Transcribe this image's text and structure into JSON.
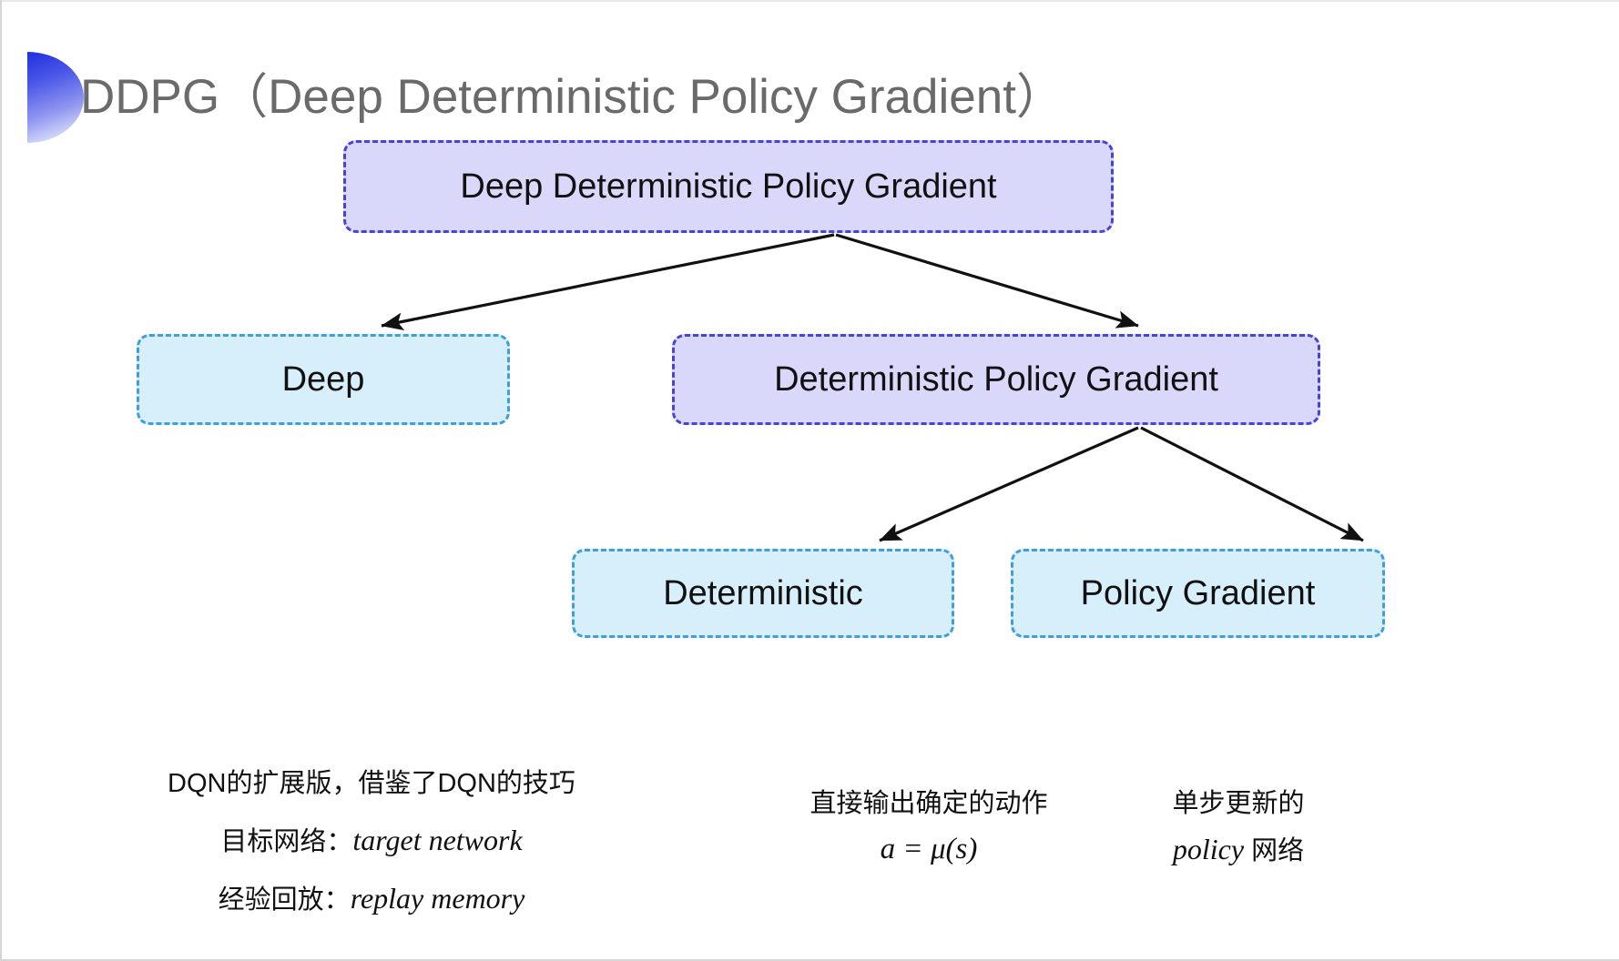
{
  "slide": {
    "title": "DDPG（Deep Deterministic Policy Gradient）",
    "background_color": "#ffffff",
    "title_color": "#6a6a6a",
    "bullet_gradient_from": "#1f2fe0",
    "bullet_gradient_to": "#ffffff"
  },
  "palette": {
    "purple_fill": "#d9d8fb",
    "purple_border": "#4743d6",
    "blue_fill": "#d7eefb",
    "blue_border": "#3f9fdc",
    "arrow_color": "#111111",
    "text_color": "#111111"
  },
  "nodes": {
    "root": {
      "label": "Deep Deterministic Policy Gradient",
      "style": "purple"
    },
    "deep": {
      "label": "Deep",
      "style": "blue"
    },
    "dpg": {
      "label": "Deterministic Policy Gradient",
      "style": "purple"
    },
    "deterministic": {
      "label": "Deterministic",
      "style": "blue"
    },
    "policy_gradient": {
      "label": "Policy Gradient",
      "style": "blue"
    }
  },
  "captions": {
    "deep": {
      "line1": "DQN的扩展版，借鉴了DQN的技巧",
      "line2_label": "目标网络：",
      "line2_value": "target network",
      "line3_label": "经验回放：",
      "line3_value": "replay memory"
    },
    "deterministic": {
      "line1": "直接输出确定的动作",
      "line2": "a = μ(s)"
    },
    "policy_gradient": {
      "line1": "单步更新的",
      "line2_value": "policy",
      "line2_suffix": " 网络"
    }
  }
}
